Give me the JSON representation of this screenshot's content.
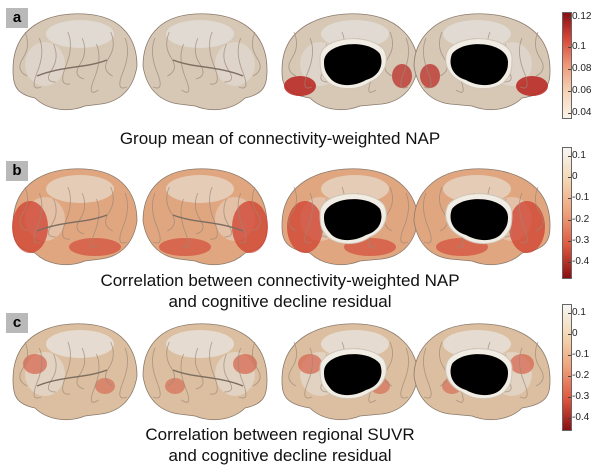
{
  "panels": [
    {
      "label": "a",
      "caption_lines": [
        "Group mean of connectivity-weighted NAP"
      ],
      "colorbar": {
        "ticks": [
          "0.12",
          "0.1",
          "0.08",
          "0.06",
          "0.04"
        ],
        "colors": [
          "#8b0f12",
          "#d8483a",
          "#ee9a7a",
          "#f5d3b6",
          "#fbf4ea"
        ]
      },
      "colors": {
        "base": "#d7c7b5",
        "light": "#e4dfd9",
        "hot": "#b8231e"
      }
    },
    {
      "label": "b",
      "caption_lines": [
        "Correlation between connectivity-weighted NAP",
        "and cognitive decline residual"
      ],
      "colorbar": {
        "ticks": [
          "0.1",
          "0",
          "-0.1",
          "-0.2",
          "-0.3",
          "-0.4"
        ],
        "colors": [
          "#f6f6f4",
          "#f3d6b1",
          "#eea17b",
          "#de573f",
          "#8a0f12"
        ]
      },
      "colors": {
        "base": "#e0a680",
        "light": "#e6d6c4",
        "hot": "#d0402f"
      }
    },
    {
      "label": "c",
      "caption_lines": [
        "Correlation between regional SUVR",
        "and cognitive decline residual"
      ],
      "colorbar": {
        "ticks": [
          "0.1",
          "0",
          "-0.1",
          "-0.2",
          "-0.3",
          "-0.4"
        ],
        "colors": [
          "#f6f6f4",
          "#f3d6b1",
          "#eea17b",
          "#de573f",
          "#8a0f12"
        ]
      },
      "colors": {
        "base": "#dcbfa0",
        "light": "#e7e2dc",
        "hot": "#d65a44"
      }
    }
  ]
}
